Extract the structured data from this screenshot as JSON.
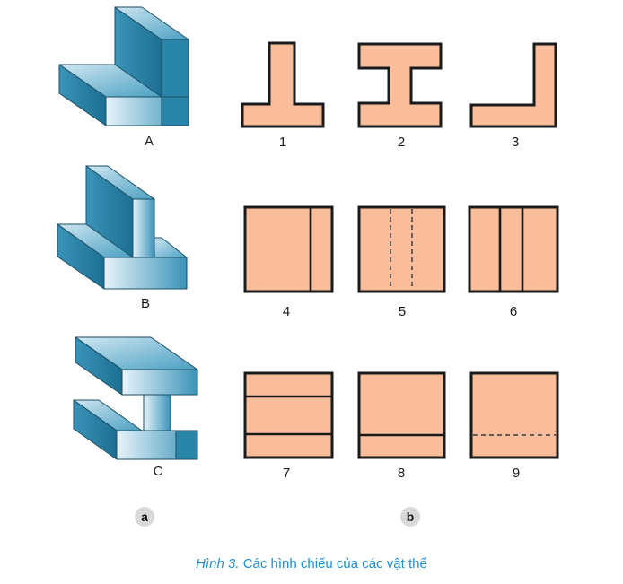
{
  "objects": [
    {
      "label": "A"
    },
    {
      "label": "B"
    },
    {
      "label": "C"
    }
  ],
  "views": [
    {
      "label": "1"
    },
    {
      "label": "2"
    },
    {
      "label": "3"
    },
    {
      "label": "4"
    },
    {
      "label": "5"
    },
    {
      "label": "6"
    },
    {
      "label": "7"
    },
    {
      "label": "8"
    },
    {
      "label": "9"
    }
  ],
  "sections": {
    "a": "a",
    "b": "b"
  },
  "caption": {
    "figure": "Hình 3.",
    "text": " Các hình chiếu của các vật thể"
  },
  "colors": {
    "view_fill": "#f9bd9c",
    "caption": "#1e8fd0",
    "solid": "#2a86a8"
  }
}
